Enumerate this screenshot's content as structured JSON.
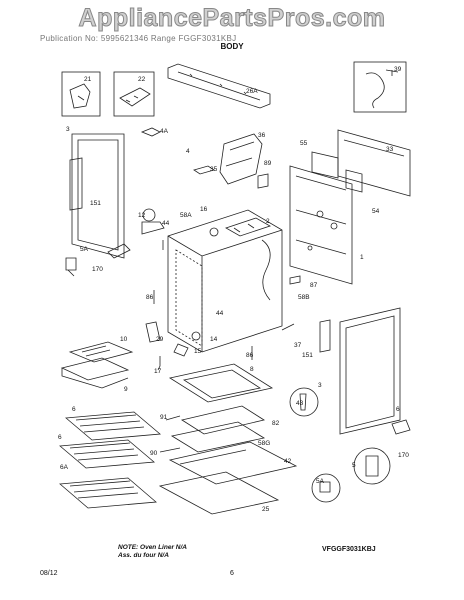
{
  "watermark": "AppliancePartsPros.com",
  "header_line": "Publication No: 5995621346   Range   FGGF3031KBJ",
  "section_title": "BODY",
  "callouts": {
    "c21": "21",
    "c22": "22",
    "c26A": "26A",
    "c39": "39",
    "c3a": "3",
    "c4A": "4A",
    "c36": "36",
    "c55": "55",
    "c33": "33",
    "c151a": "151",
    "c4": "4",
    "c35": "35",
    "c89": "89",
    "c2": "2",
    "c12": "12",
    "c44a": "44",
    "c16": "16",
    "c58A": "58A",
    "c54": "54",
    "c5A": "5A",
    "c1": "1",
    "c170a": "170",
    "c87": "87",
    "c86a": "86",
    "c58B": "58B",
    "c44b": "44",
    "c10": "10",
    "c29": "29",
    "c14": "14",
    "c37": "37",
    "c15": "15",
    "c86b": "86",
    "c151b": "151",
    "c17": "17",
    "c9": "9",
    "c8": "8",
    "c3b": "3",
    "c43": "43",
    "c6a": "6",
    "c91": "91",
    "c82": "82",
    "c6b": "6",
    "c58G": "58G",
    "c90": "90",
    "c42": "42",
    "c6A": "6A",
    "c25": "25",
    "c5": "5",
    "c170b": "170",
    "c6c": "6",
    "c5A2": "5A"
  },
  "note": "NOTE: Oven Liner N/A",
  "note_fr": "Ass. du four N/A",
  "model": "VFGGF3031KBJ",
  "date": "08/12",
  "page": "6"
}
